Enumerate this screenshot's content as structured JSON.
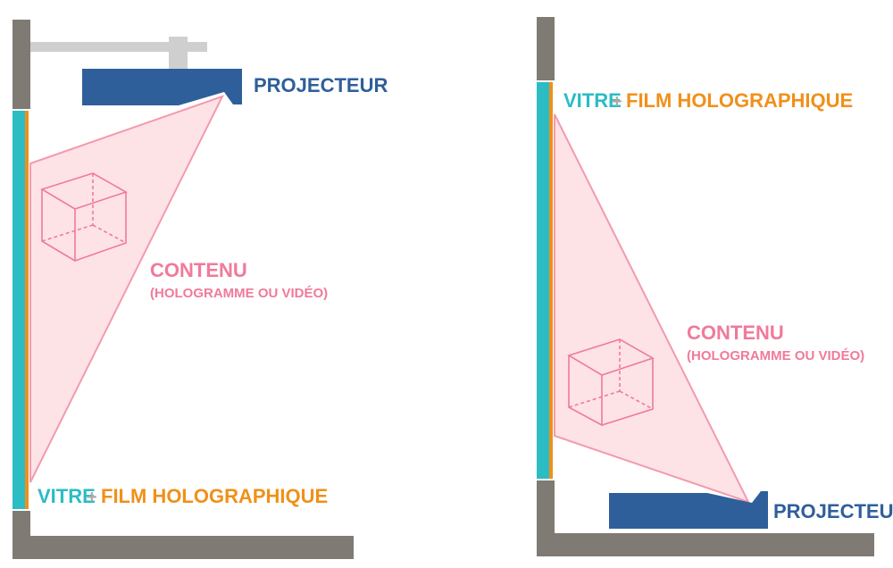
{
  "colors": {
    "wall": "#807a74",
    "mount": "#cfcfcf",
    "projector": "#2e5f9a",
    "glass": "#2bbcc4",
    "film": "#f0901a",
    "beam_fill": "#fde3e6",
    "beam_stroke": "#f49aae",
    "cube": "#f07a9a"
  },
  "icons": [
    "cube-hologram-icon",
    "projector-icon"
  ],
  "diagram_left": {
    "projector_label": "PROJECTEUR",
    "glass_label": "VITRE",
    "plus": "+",
    "film_label": "FILM HOLOGRAPHIQUE",
    "content_label": "CONTENU",
    "content_sub": "(HOLOGRAMME OU VIDÉO)"
  },
  "diagram_right": {
    "projector_label": "PROJECTEUR",
    "glass_label": "VITRE",
    "plus": "+",
    "film_label": "FILM HOLOGRAPHIQUE",
    "content_label": "CONTENU",
    "content_sub": "(HOLOGRAMME OU VIDÉO)"
  }
}
